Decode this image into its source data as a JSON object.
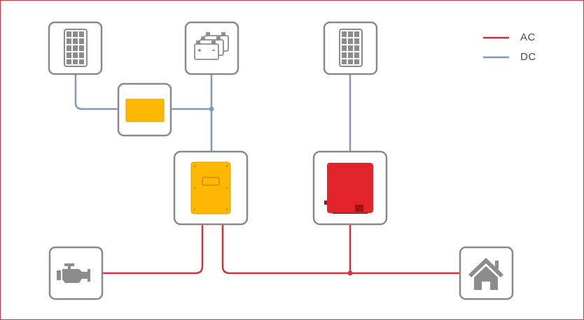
{
  "legend": [
    {
      "label": "AC",
      "color": "#d6303c"
    },
    {
      "label": "DC",
      "color": "#7e9bbd"
    }
  ],
  "nodes": [
    {
      "id": "pv-array-left",
      "icon": "solar-panel-icon"
    },
    {
      "id": "battery-bank",
      "icon": "battery-bank-icon"
    },
    {
      "id": "pv-array-right",
      "icon": "solar-panel-icon"
    },
    {
      "id": "charge-controller",
      "icon": "charge-controller-icon"
    },
    {
      "id": "battery-inverter",
      "icon": "battery-inverter-icon"
    },
    {
      "id": "pv-inverter",
      "icon": "pv-inverter-icon"
    },
    {
      "id": "generator",
      "icon": "generator-engine-icon"
    },
    {
      "id": "house-load",
      "icon": "house-icon"
    }
  ],
  "colors": {
    "ac_line": "#d6303c",
    "dc_line": "#7e9bbd",
    "box_border": "#8a8a8a",
    "icon_gray": "#8c8c8c",
    "inverter_yellow": "#ffb800",
    "pv_inverter_red": "#e3232b"
  }
}
